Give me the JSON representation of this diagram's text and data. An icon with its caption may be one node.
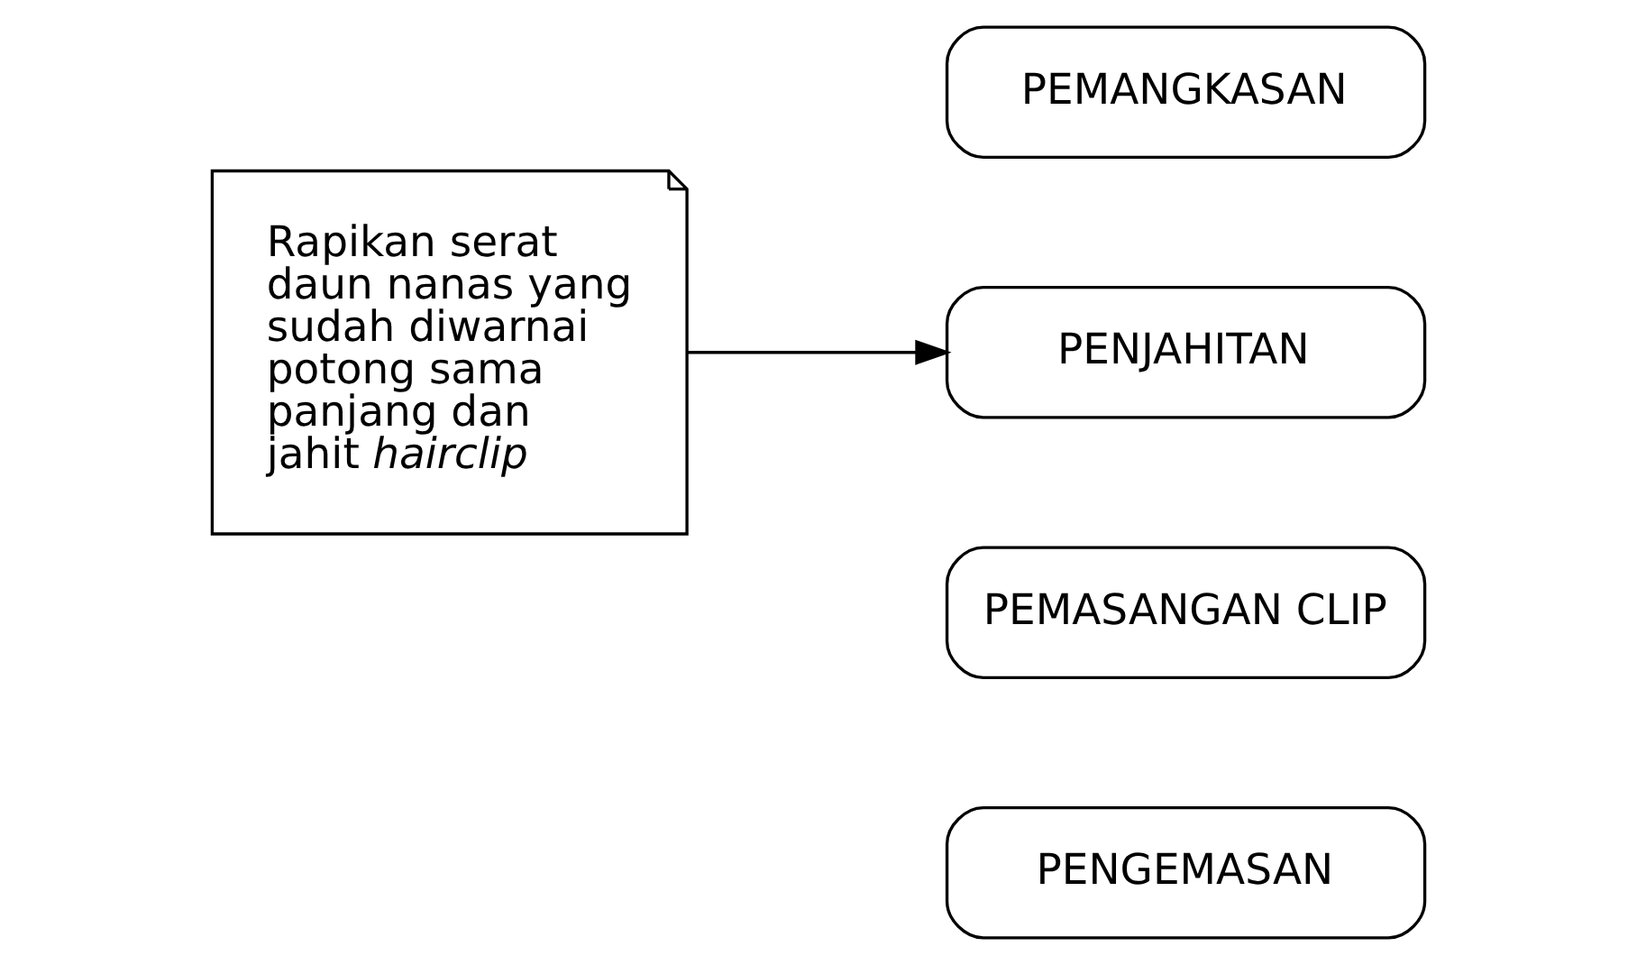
{
  "diagram": {
    "nodes": [
      {
        "text": [
          "Rapikan serat daun nanas yang sudah diwarnai potong sama panjang dan jahit *hairclip*"
        ]
      },
      {
        "text": [
          "PEMANGKASAN"
        ]
      },
      {
        "text": [
          "PENJAHITAN"
        ]
      },
      {
        "text": [
          "PEMASANGAN CLIP"
        ]
      },
      {
        "text": [
          "PENGEMASAN"
        ]
      }
    ],
    "edges": [
      {
        "from": 0,
        "to": 2,
        "arrow": "to"
      }
    ]
  }
}
